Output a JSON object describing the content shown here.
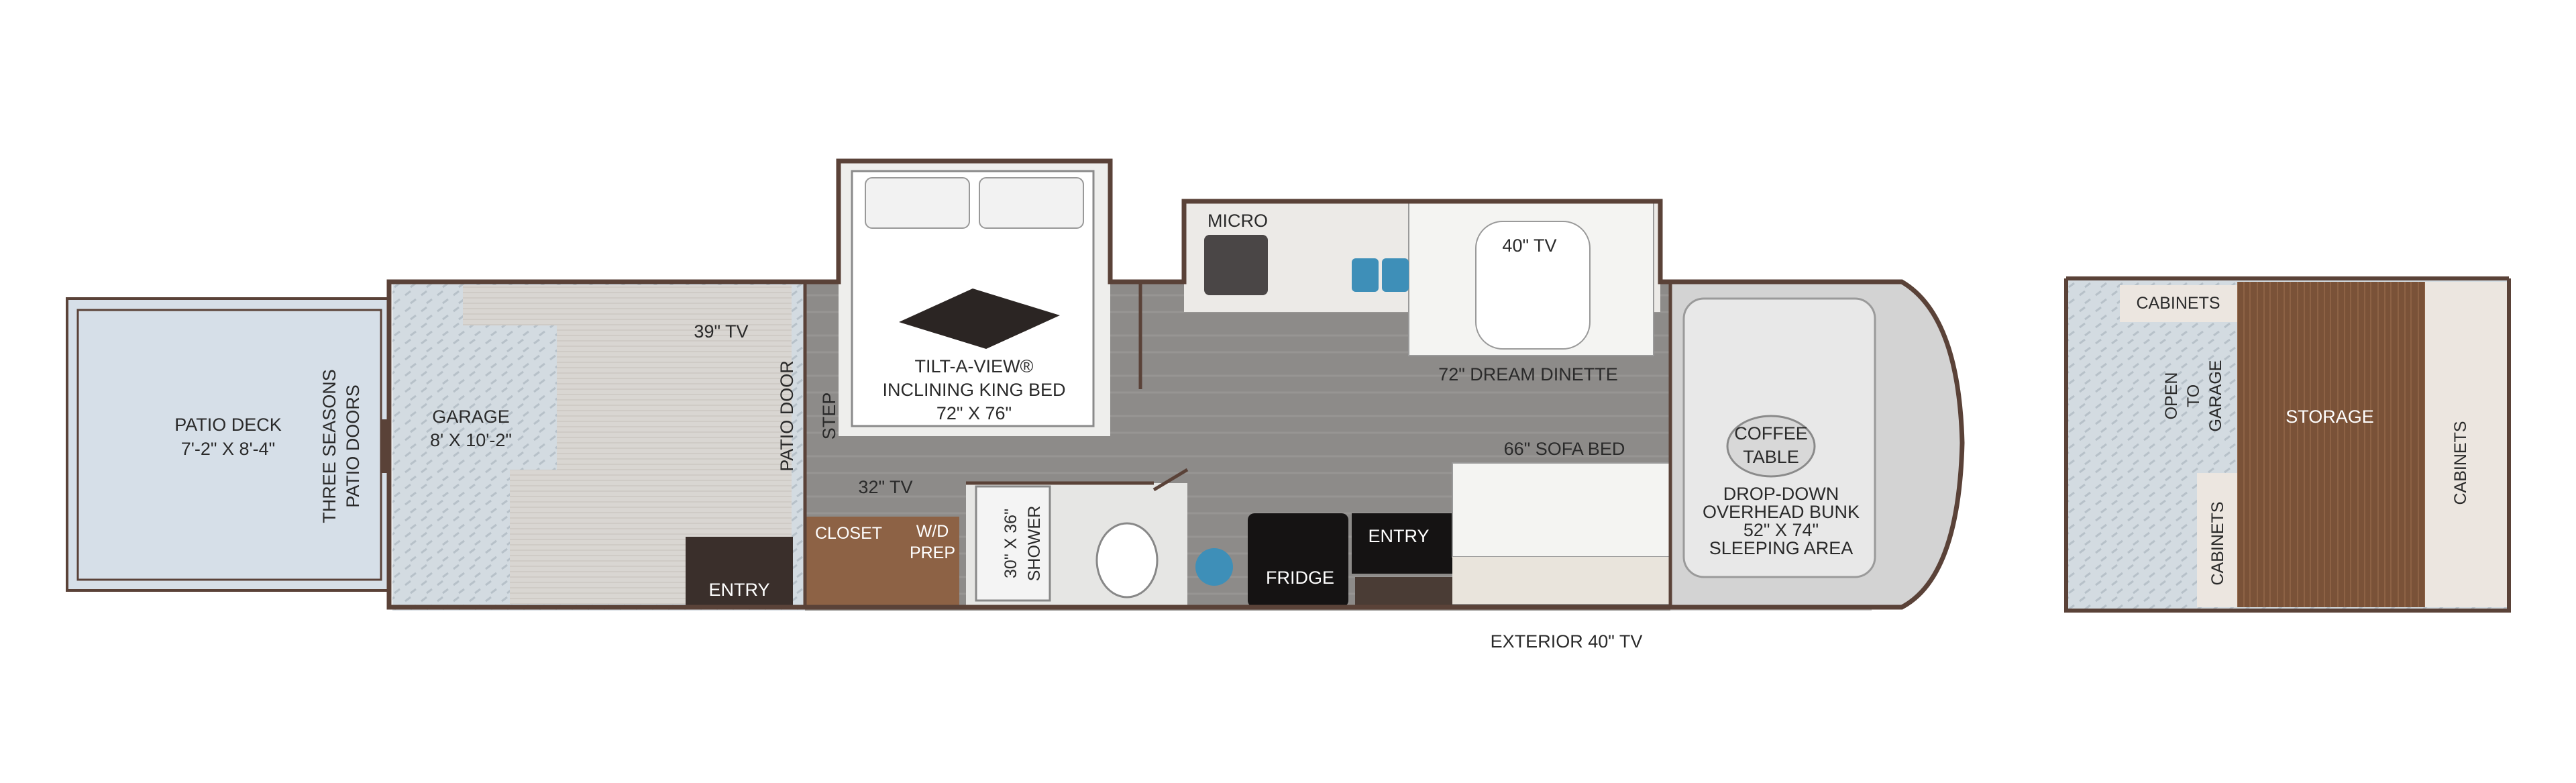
{
  "labels": {
    "patio_deck": "PATIO DECK",
    "patio_deck_size": "7'-2\" X 8'-4\"",
    "three_seasons": "THREE SEASONS",
    "patio_doors": "PATIO DOORS",
    "garage": "GARAGE",
    "garage_size": "8' X 10'-2\"",
    "tv_39": "39\"  TV",
    "patio_door": "PATIO DOOR",
    "step": "STEP",
    "entry_rear": "ENTRY",
    "tv_32": "32\" TV",
    "closet": "CLOSET",
    "wd": "W/D",
    "prep": "PREP",
    "shower_size": "30\" X 36\"",
    "shower": "SHOWER",
    "bed_line1": "TILT-A-VIEW®",
    "bed_line2": "INCLINING KING BED",
    "bed_size": "72\" X 76\"",
    "micro": "MICRO",
    "tv_40": "40\" TV",
    "dinette": "72\" DREAM DINETTE",
    "sofa": "66\" SOFA BED",
    "coffee": "COFFEE",
    "table": "TABLE",
    "bunk_line1": "DROP-DOWN",
    "bunk_line2": "OVERHEAD BUNK",
    "bunk_size": "52\" X 74\"",
    "bunk_line3": "SLEEPING AREA",
    "fridge": "FRIDGE",
    "entry_front": "ENTRY",
    "exterior_tv": "EXTERIOR 40\" TV",
    "alt_cabinets_top": "CABINETS",
    "alt_open": "OPEN",
    "alt_to": "TO",
    "alt_garage": "GARAGE",
    "alt_storage": "STORAGE",
    "alt_cabinets_left": "CABINETS",
    "alt_cabinets_right": "CABINETS"
  },
  "colors": {
    "wall": "#5a4238",
    "floor_gray": "#8f8f8f",
    "carpet": "#d9d6d2",
    "diamond_plate": "#cfd6dc",
    "patio_blue": "#d6dfe8",
    "wood": "#7a5238",
    "dark": "#2b2523",
    "white": "#ffffff"
  }
}
